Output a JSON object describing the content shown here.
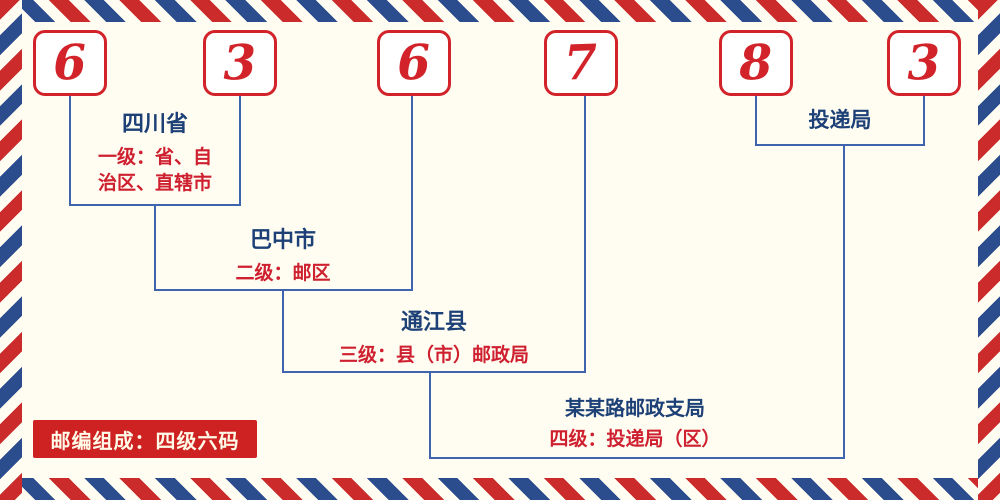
{
  "postal_code": {
    "digits": [
      "6",
      "3",
      "6",
      "7",
      "8",
      "3"
    ]
  },
  "levels": [
    {
      "name": "四川省",
      "desc1": "一级：省、自",
      "desc2": "治区、直辖市"
    },
    {
      "name": "巴中市",
      "desc": "二级：邮区"
    },
    {
      "name": "通江县",
      "desc": "三级：县（市）邮政局"
    },
    {
      "name": "某某路邮政支局",
      "desc": "四级：投递局（区）"
    }
  ],
  "delivery": {
    "label": "投递局"
  },
  "footer": {
    "label": "邮编组成：四级六码"
  },
  "colors": {
    "digit_red": "#d2232a",
    "line_blue": "#3d64ad",
    "label_navy": "#1d4076",
    "desc_red": "#cf2030",
    "footer_bg": "#ce2121",
    "stripe_red": "#cc2b2b",
    "stripe_blue": "#2b4d8e",
    "background": "#fffdf2"
  }
}
